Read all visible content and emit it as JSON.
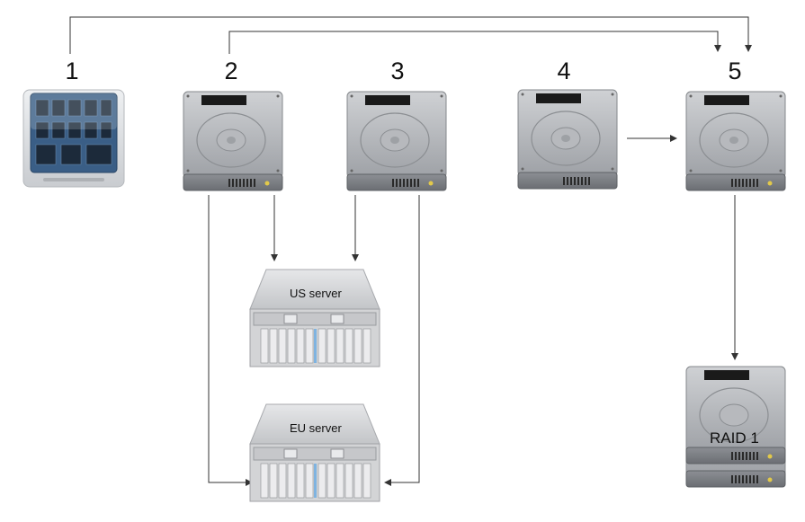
{
  "labels": {
    "n1": "1",
    "n2": "2",
    "n3": "3",
    "n4": "4",
    "n5": "5",
    "us_server": "US server",
    "eu_server": "EU server",
    "raid": "RAID 1"
  },
  "colors": {
    "line": "#333333",
    "disk_body": "#a9abb0",
    "disk_top": "#c9cbcf",
    "server_body": "#d3d4d6",
    "ssd_board": "#3a5e86"
  },
  "icons": {
    "ssd": "ssd-icon",
    "disk": "hard-disk-icon",
    "server": "rack-server-icon"
  }
}
